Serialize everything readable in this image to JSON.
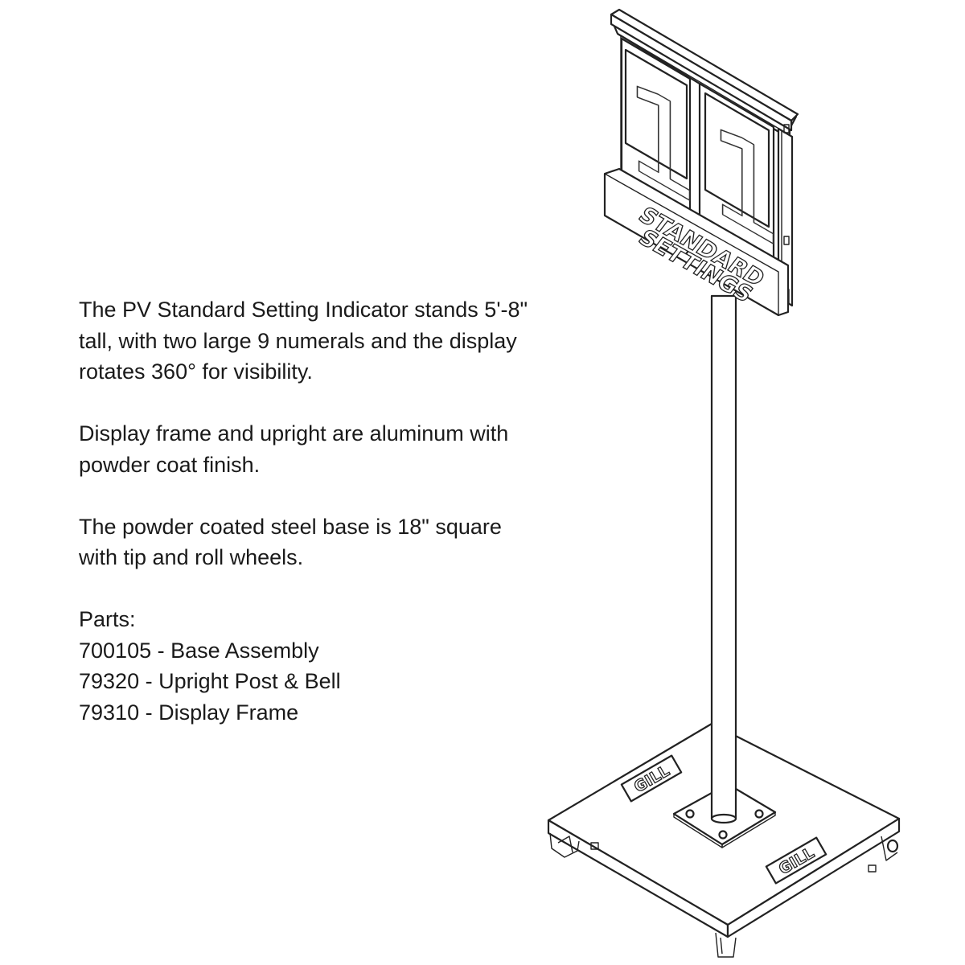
{
  "description": {
    "paragraph_1": {
      "line_1": "The PV Standard Setting Indicator stands 5'-8\"",
      "line_2": "tall, with two large 9 numerals and the display",
      "line_3": "rotates 360° for visibility."
    },
    "paragraph_2": {
      "line_1": "Display frame and upright are aluminum with",
      "line_2": "powder coat finish."
    },
    "paragraph_3": {
      "line_1": "The powder coated steel base is 18\" square",
      "line_2": "with tip and roll wheels."
    },
    "parts": {
      "heading": "Parts:",
      "items": [
        "700105 - Base Assembly",
        "79320 - Upright Post & Bell",
        "79310 - Display Frame"
      ]
    }
  },
  "drawing": {
    "display_numerals": [
      "1",
      "1"
    ],
    "display_lettering": [
      "STANDARD",
      "SETTINGS"
    ],
    "base_logos": [
      "GILL",
      "GILL"
    ]
  }
}
